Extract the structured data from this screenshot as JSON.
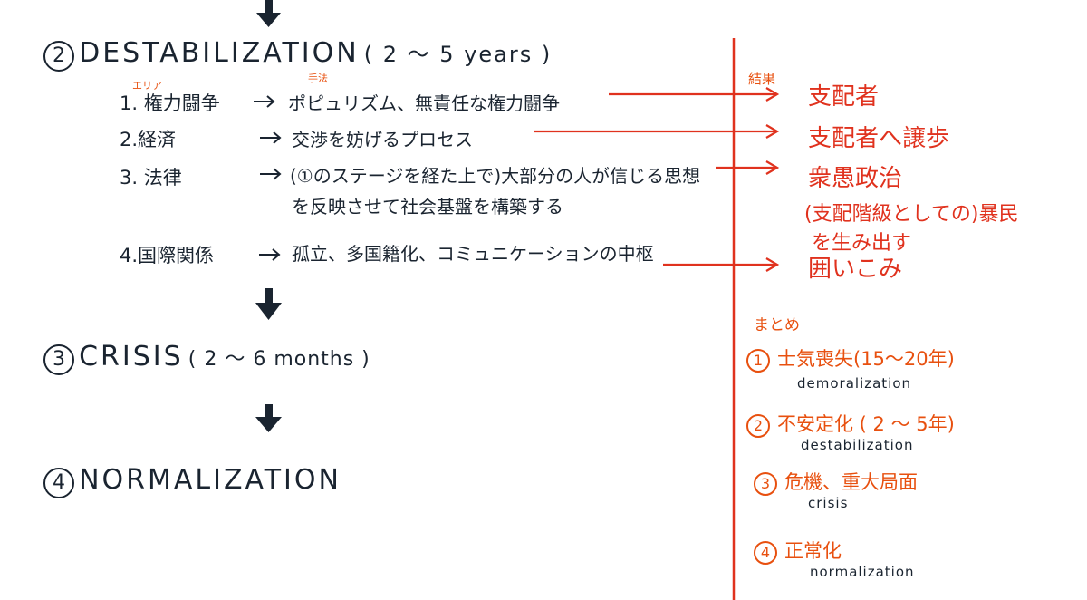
{
  "stages": {
    "s2": {
      "num": "2",
      "title": "DESTABILIZATION",
      "period": "( 2 ～ 5 years )"
    },
    "s3": {
      "num": "3",
      "title": "CRISIS",
      "period": "( 2 ～ 6 months )"
    },
    "s4": {
      "num": "4",
      "title": "NORMALIZATION"
    }
  },
  "annotations": {
    "area": "エリア",
    "method": "手法",
    "result": "結果"
  },
  "items": [
    {
      "label": "1. 権力闘争",
      "method": "ポピュリズム、無責任な権力闘争"
    },
    {
      "label": "2.経済",
      "method": "交渉を妨げるプロセス"
    },
    {
      "label": "3. 法律",
      "method": "(①のステージを経た上で)大部分の人が信じる思想",
      "method2": "を反映させて社会基盤を構築する"
    },
    {
      "label": "4.国際関係",
      "method": "孤立、多国籍化、コミュニケーションの中枢"
    }
  ],
  "results": {
    "r1": "支配者",
    "r2": "支配者へ譲歩",
    "r3": "衆愚政治",
    "r3b": "(支配階級としての)暴民",
    "r3c": "を生み出す",
    "r4": "囲いこみ"
  },
  "summary": {
    "title": "まとめ",
    "items": [
      {
        "num": "1",
        "jp": "士気喪失(15～20年)",
        "en": "demoralization"
      },
      {
        "num": "2",
        "jp": "不安定化 ( 2 ～ 5年)",
        "en": "destabilization"
      },
      {
        "num": "3",
        "jp": "危機、重大局面",
        "en": "crisis"
      },
      {
        "num": "4",
        "jp": "正常化",
        "en": "normalization"
      }
    ]
  },
  "colors": {
    "ink": "#1a2430",
    "result_red": "#e0321e",
    "accent_orange": "#e8500f"
  }
}
